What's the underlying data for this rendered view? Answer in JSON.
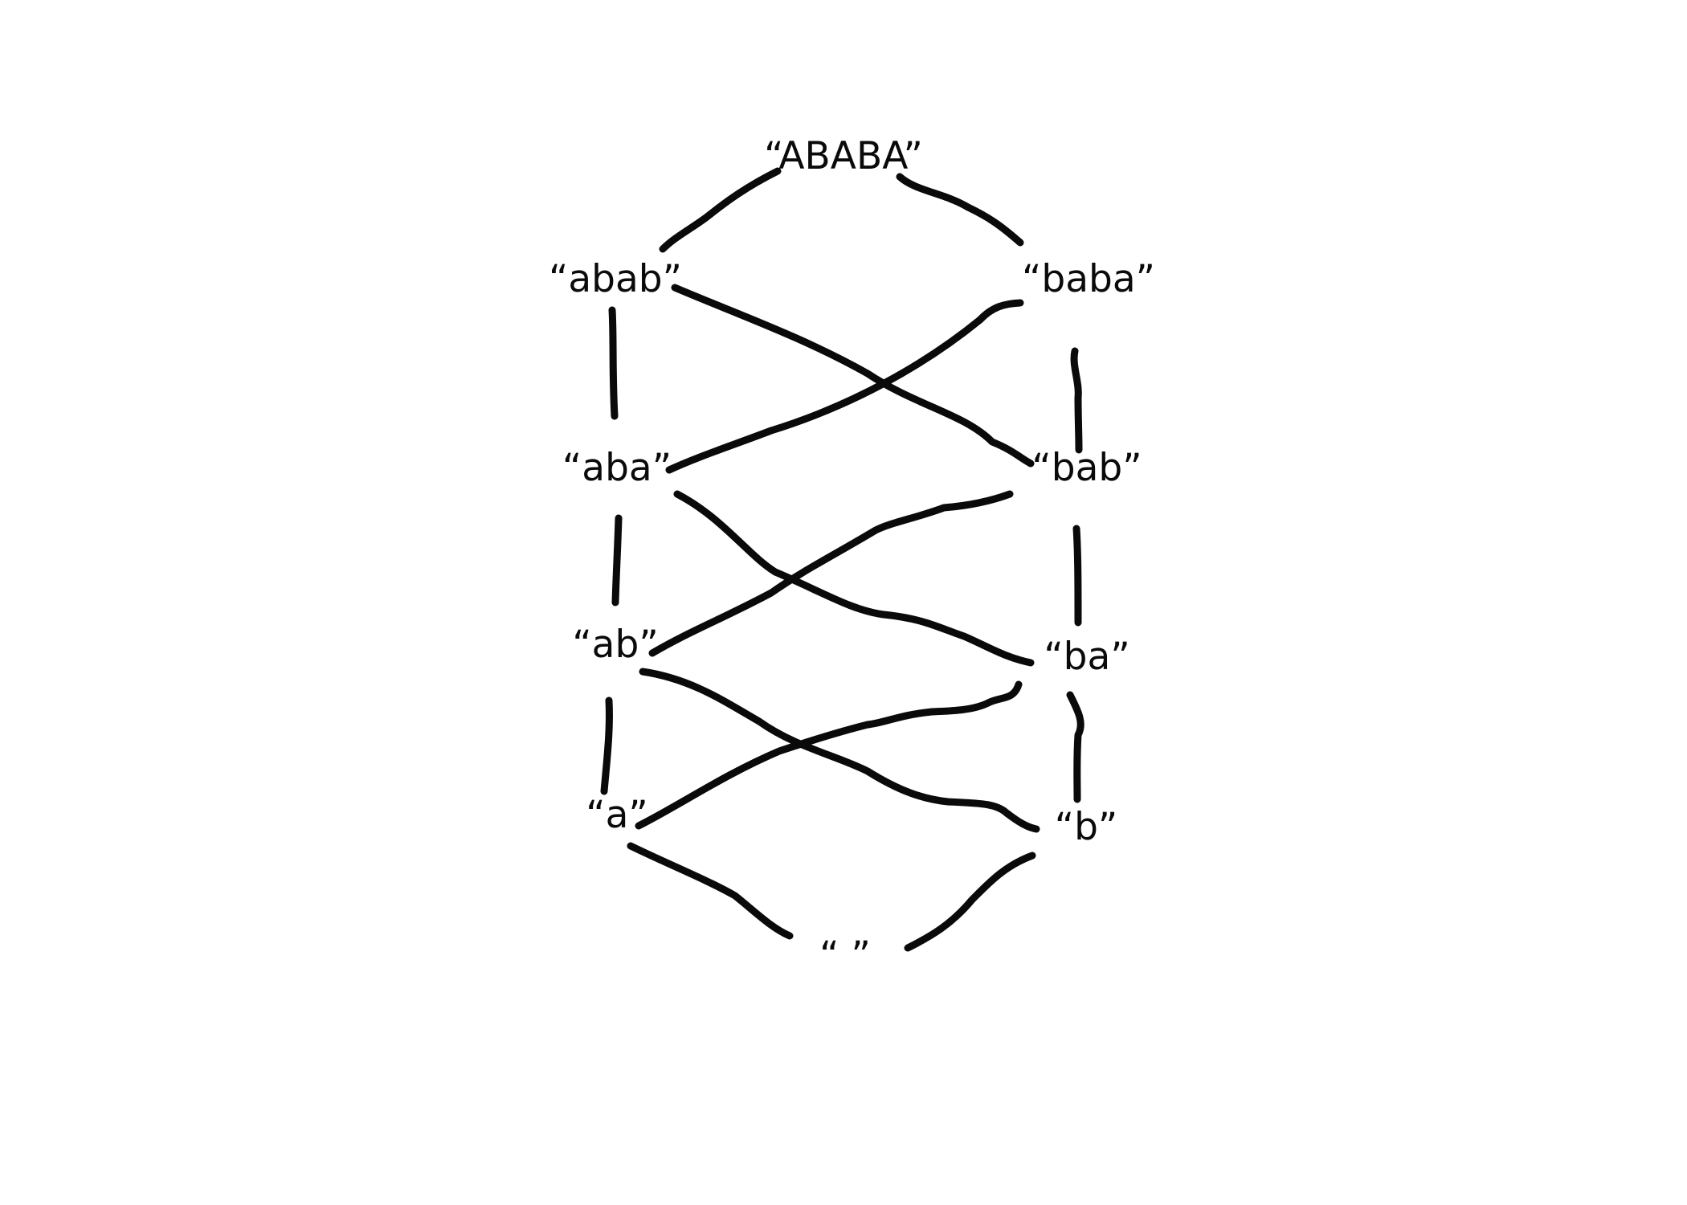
{
  "nodes": [
    {
      "id": "ABABA",
      "label": "“ABABA”"
    },
    {
      "id": "abab",
      "label": "“abab”"
    },
    {
      "id": "baba",
      "label": "“baba”"
    },
    {
      "id": "aba",
      "label": "“aba”"
    },
    {
      "id": "bab",
      "label": "“bab”"
    },
    {
      "id": "ab",
      "label": "“ab”"
    },
    {
      "id": "ba",
      "label": "“ba”"
    },
    {
      "id": "a",
      "label": "“a”"
    },
    {
      "id": "b",
      "label": "“b”"
    },
    {
      "id": "empty",
      "label": "“ ”"
    }
  ],
  "edges": [
    {
      "from": "ABABA",
      "to": "abab"
    },
    {
      "from": "ABABA",
      "to": "baba"
    },
    {
      "from": "abab",
      "to": "aba"
    },
    {
      "from": "abab",
      "to": "bab"
    },
    {
      "from": "baba",
      "to": "aba"
    },
    {
      "from": "baba",
      "to": "bab"
    },
    {
      "from": "aba",
      "to": "ab"
    },
    {
      "from": "aba",
      "to": "ba"
    },
    {
      "from": "bab",
      "to": "ab"
    },
    {
      "from": "bab",
      "to": "ba"
    },
    {
      "from": "ab",
      "to": "a"
    },
    {
      "from": "ab",
      "to": "b"
    },
    {
      "from": "ba",
      "to": "a"
    },
    {
      "from": "ba",
      "to": "b"
    },
    {
      "from": "a",
      "to": "empty"
    },
    {
      "from": "b",
      "to": "empty"
    }
  ],
  "colors": {
    "stroke": "#0a0a0a",
    "background": "#ffffff"
  }
}
